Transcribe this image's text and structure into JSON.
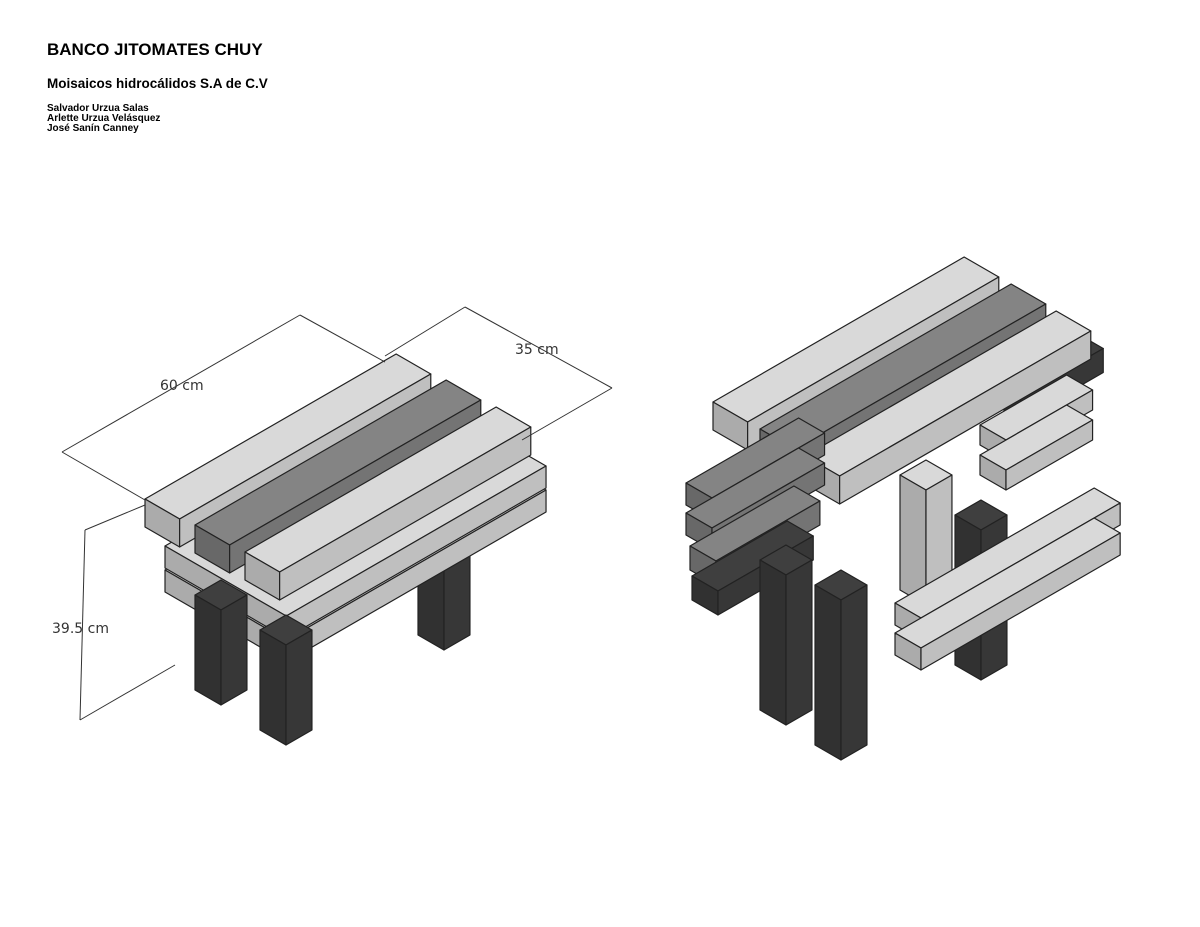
{
  "header": {
    "title": "BANCO JITOMATES CHUY",
    "company": "Moisaicos hidrocálidos S.A de C.V",
    "authors": [
      "Salvador Urzua Salas",
      "Arlette Urzua Velásquez",
      "José Sanín Canney"
    ]
  },
  "dimensions": {
    "length": "60 cm",
    "depth": "35 cm",
    "height": "39.5 cm"
  },
  "colors": {
    "light": "#c9c9c9",
    "mid": "#7a7a7a",
    "dark": "#3a3a3a",
    "line": "#222222"
  }
}
